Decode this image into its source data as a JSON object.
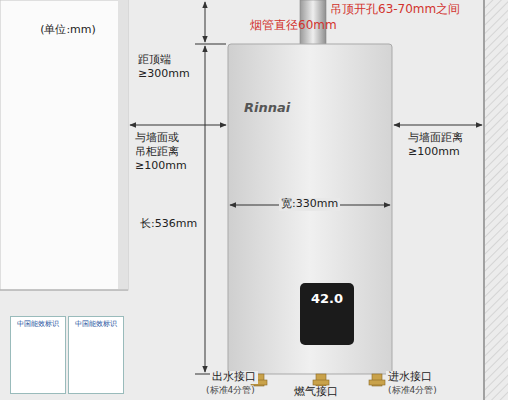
{
  "diagram": {
    "nodes": [
      {
        "text": [
          "(单位:mm)"
        ]
      },
      {
        "text": [
          "Rinnai"
        ]
      },
      {
        "text": [
          "42.0"
        ],
        "in": 1
      },
      {
        "text": [
          "中国能效标识"
        ]
      },
      {
        "text": [
          "中国能效标识"
        ]
      }
    ],
    "labels": [
      "烟管直径60mm",
      "吊顶开孔63-70mm之间",
      "距顶端",
      "≥300mm",
      "与墙面或",
      "吊柜距离",
      "≥100mm",
      "与墙面距离",
      "≥100mm",
      "宽:330mm",
      "长:536mm",
      "出水接口",
      "燃气接口",
      "进水接口",
      "(标准4分管)",
      "(标准4分管)"
    ]
  }
}
